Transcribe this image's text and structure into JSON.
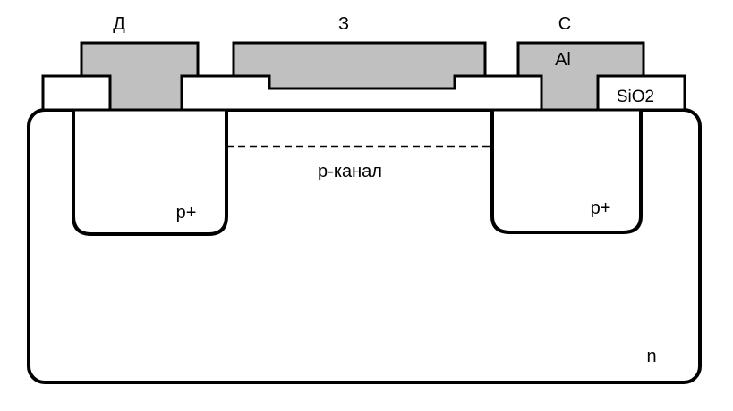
{
  "labels": {
    "drain": "Д",
    "gate": "З",
    "source": "С",
    "metal": "Al",
    "oxide": "SiO2",
    "channel": "p-канал",
    "region_left": "p+",
    "region_right": "p+",
    "substrate": "n"
  },
  "colors": {
    "metal": "#c0c0c0",
    "oxide": "#ffffff",
    "substrate": "#ffffff",
    "outline": "#000000",
    "background": "#ffffff"
  }
}
